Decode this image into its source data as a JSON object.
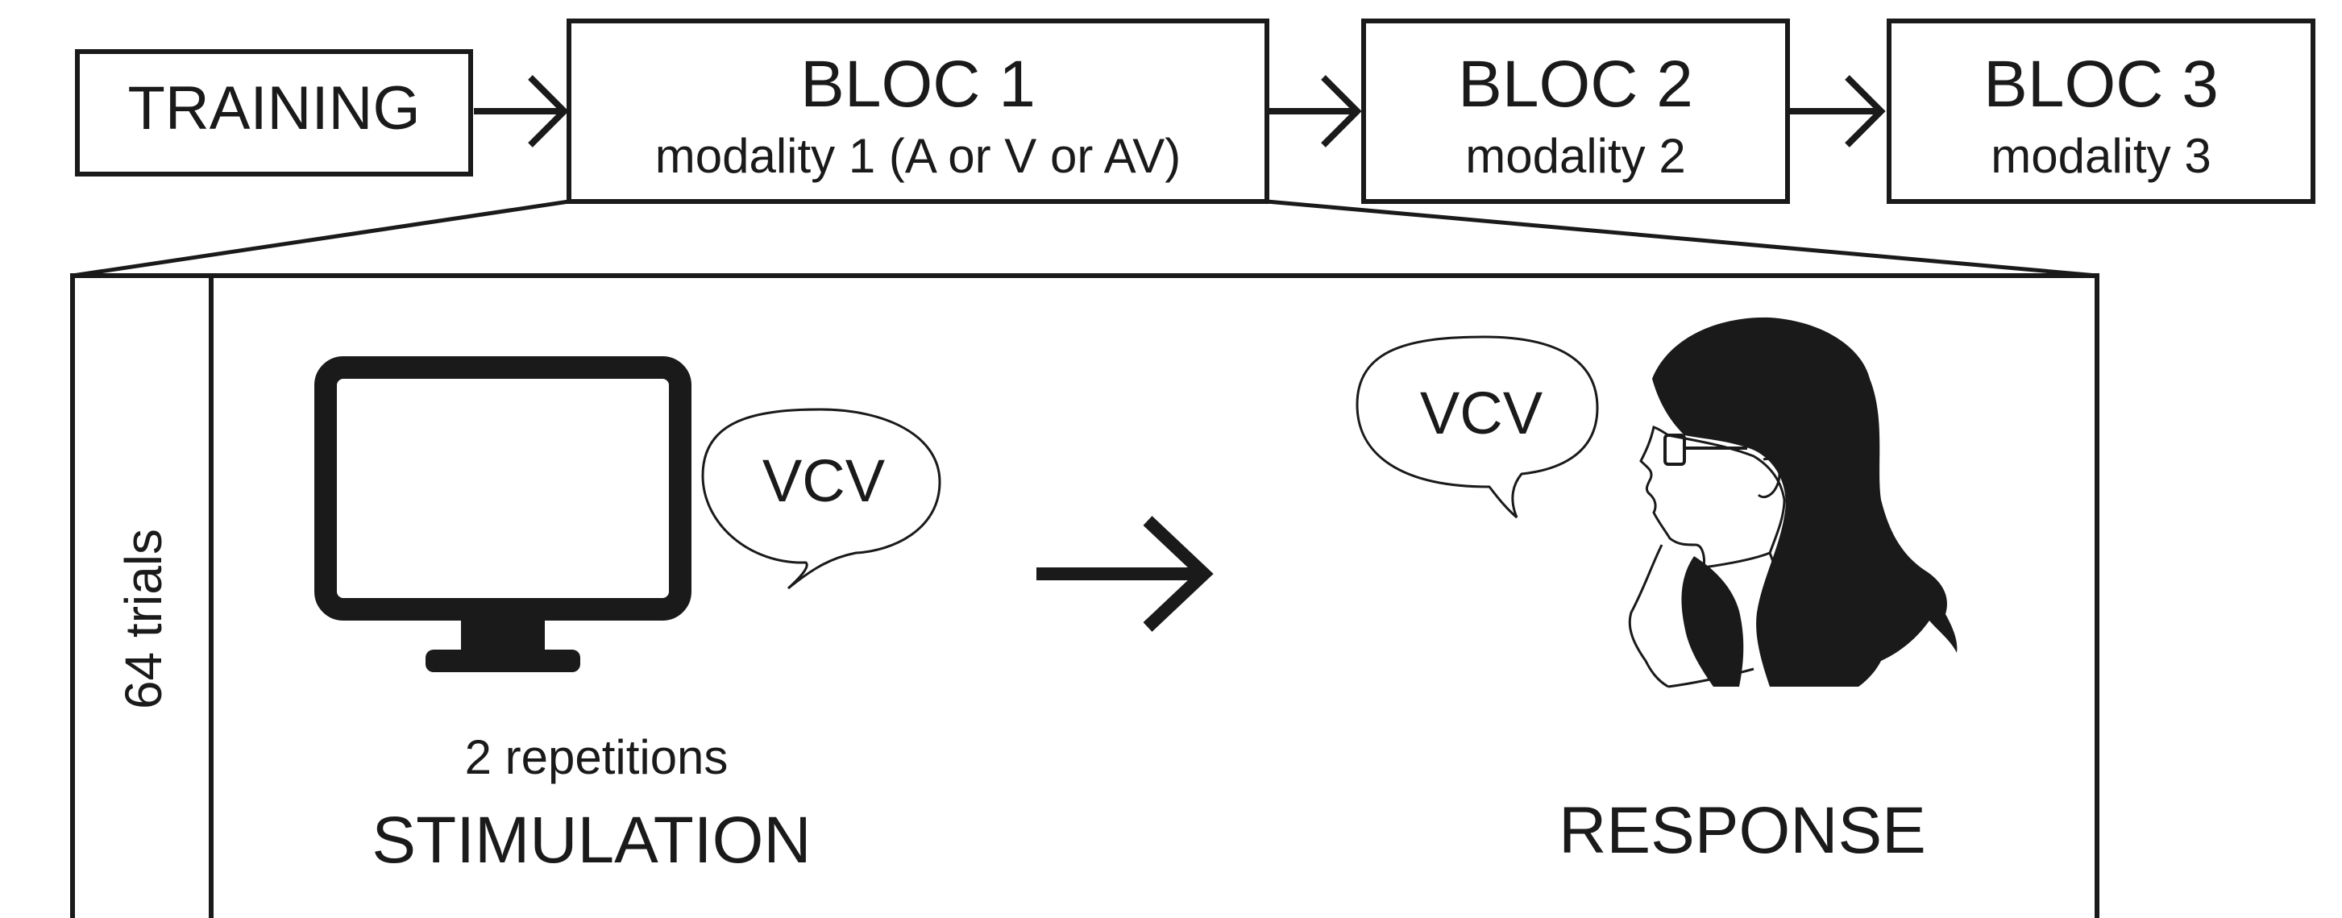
{
  "flow": {
    "training_label": "TRAINING",
    "blocks": [
      {
        "title": "BLOC 1",
        "subtitle": "modality 1 (A or V or AV)"
      },
      {
        "title": "BLOC 2",
        "subtitle": "modality 2"
      },
      {
        "title": "BLOC 3",
        "subtitle": "modality 3"
      }
    ]
  },
  "trial": {
    "trials_label": "64 trials",
    "stimulus_bubble": "VCV",
    "response_bubble": "VCV",
    "repetitions_label": "2 repetitions",
    "stimulation_label": "STIMULATION",
    "response_label": "RESPONSE"
  },
  "icons": [
    "monitor-icon",
    "speech-bubble-icon",
    "arrow-right-icon",
    "person-profile-icon"
  ],
  "colors": {
    "ink": "#1a1a1a",
    "background": "#ffffff"
  }
}
